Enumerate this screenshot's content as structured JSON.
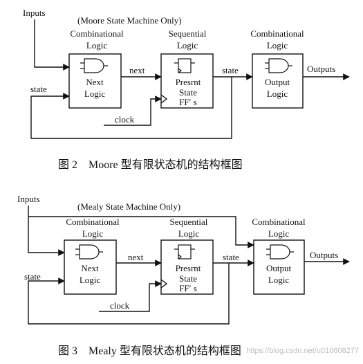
{
  "colors": {
    "ink": "#111111",
    "background": "#ffffff",
    "watermark": "#bdbdbd"
  },
  "icons": {
    "combinational": "and-gate-icon",
    "sequential": "flip-flop-icon"
  },
  "moore": {
    "inputs": "Inputs",
    "subtitle": "(Moore State Machine Only)",
    "comb1_title": [
      "Combinational",
      "Logic"
    ],
    "seq_title": [
      "Sequential",
      "Logic"
    ],
    "comb2_title": [
      "Combinational",
      "Logic"
    ],
    "next_logic": [
      "Next",
      "Logic"
    ],
    "present_state": [
      "Presrnt",
      "State",
      "FF′ s"
    ],
    "output_logic": [
      "Output",
      "Logic"
    ],
    "next_label": "next",
    "state_label_right": "state",
    "state_label_left": "state",
    "clock": "clock",
    "outputs": "Outputs",
    "caption": "图 2　Moore 型有限状态机的结构框图"
  },
  "mealy": {
    "inputs": "Inputs",
    "subtitle": "(Mealy State Machine Only)",
    "comb1_title": [
      "Combinational",
      "Logic"
    ],
    "seq_title": [
      "Sequential",
      "Logic"
    ],
    "comb2_title": [
      "Combinational",
      "Logic"
    ],
    "next_logic": [
      "Next",
      "Logic"
    ],
    "present_state": [
      "Presrnt",
      "State",
      "FF′ s"
    ],
    "output_logic": [
      "Output",
      "Logic"
    ],
    "next_label": "next",
    "state_label_right": "state",
    "state_label_left": "state",
    "clock": "clock",
    "outputs": "Outputs",
    "caption": "图 3　Mealy 型有限状态机的结构框图"
  },
  "watermark": "https://blog.csdn.net/u010608277"
}
